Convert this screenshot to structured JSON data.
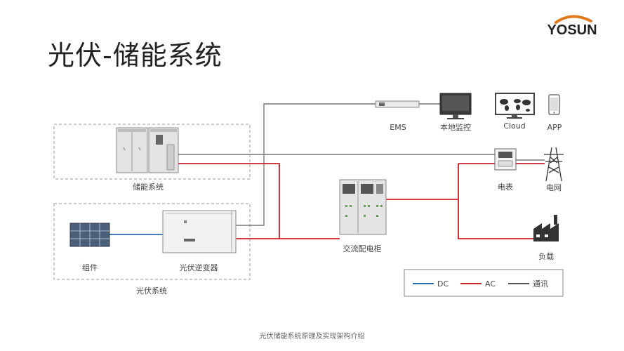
{
  "title": "光伏-储能系统",
  "logo": {
    "text": "YOSUN",
    "accent_color": "#e07a1f",
    "text_color": "#222222"
  },
  "labels": {
    "storage_system": "储能系统",
    "pv_system": "光伏系统",
    "modules": "组件",
    "pv_inverter": "光伏逆变器",
    "ac_cabinet": "交流配电柜",
    "ems": "EMS",
    "local_monitor": "本地监控",
    "cloud": "Cloud",
    "app": "APP",
    "meter": "电表",
    "grid": "电网",
    "load": "负载"
  },
  "legend": {
    "items": [
      {
        "label": "DC",
        "color": "#2b6cb0"
      },
      {
        "label": "AC",
        "color": "#d0202a"
      },
      {
        "label": "通讯",
        "color": "#555555"
      }
    ]
  },
  "footer": "光伏储能系统原理及实现架构介绍",
  "icons": [
    "battery-cabinet-icon",
    "solar-panel-icon",
    "inverter-icon",
    "ac-cabinet-icon",
    "ems-device-icon",
    "monitor-icon",
    "cloud-map-icon",
    "phone-icon",
    "meter-icon",
    "grid-tower-icon",
    "factory-icon"
  ]
}
